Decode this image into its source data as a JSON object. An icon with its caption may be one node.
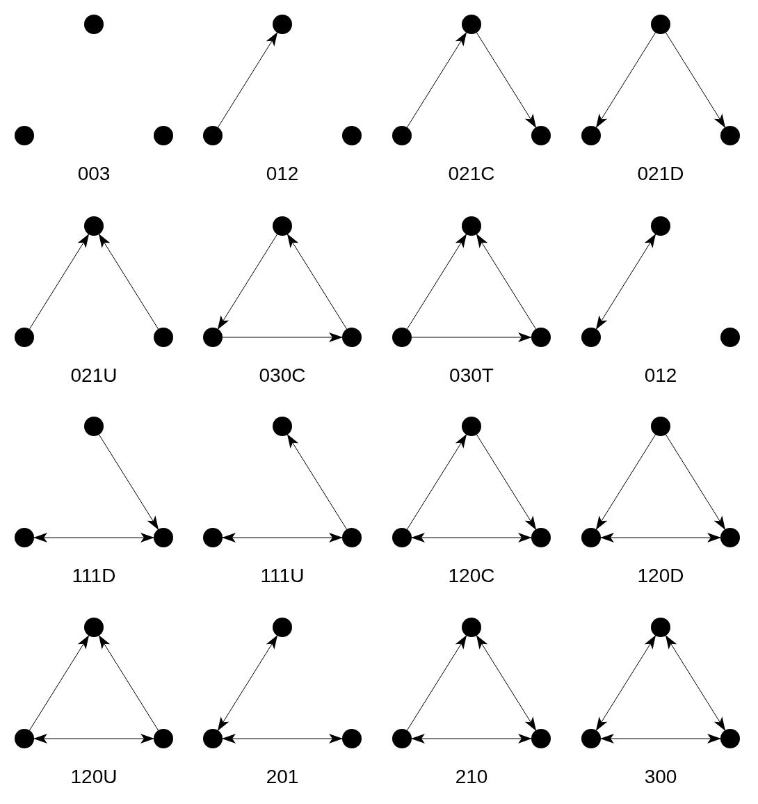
{
  "diagram": {
    "nodes": [
      {
        "text": [],
        "shape": "circle"
      },
      {
        "text": [],
        "shape": "circle"
      },
      {
        "text": [],
        "shape": "circle"
      },
      {
        "text": [],
        "shape": "circle"
      },
      {
        "text": [],
        "shape": "circle"
      },
      {
        "text": [],
        "shape": "circle"
      },
      {
        "text": [],
        "shape": "circle"
      },
      {
        "text": [],
        "shape": "circle"
      },
      {
        "text": [],
        "shape": "circle"
      },
      {
        "text": [],
        "shape": "circle"
      },
      {
        "text": [],
        "shape": "circle"
      },
      {
        "text": [],
        "shape": "circle"
      },
      {
        "text": [],
        "shape": "circle"
      },
      {
        "text": [],
        "shape": "circle"
      },
      {
        "text": [],
        "shape": "circle"
      },
      {
        "text": [],
        "shape": "circle"
      },
      {
        "text": [],
        "shape": "circle"
      },
      {
        "text": [],
        "shape": "circle"
      },
      {
        "text": [],
        "shape": "circle"
      },
      {
        "text": [],
        "shape": "circle"
      },
      {
        "text": [],
        "shape": "circle"
      },
      {
        "text": [],
        "shape": "circle"
      },
      {
        "text": [],
        "shape": "circle"
      },
      {
        "text": [],
        "shape": "circle"
      },
      {
        "text": [],
        "shape": "circle"
      },
      {
        "text": [],
        "shape": "circle"
      },
      {
        "text": [],
        "shape": "circle"
      },
      {
        "text": [],
        "shape": "circle"
      },
      {
        "text": [],
        "shape": "circle"
      },
      {
        "text": [],
        "shape": "circle"
      },
      {
        "text": [],
        "shape": "circle"
      },
      {
        "text": [],
        "shape": "circle"
      },
      {
        "text": [],
        "shape": "circle"
      },
      {
        "text": [],
        "shape": "circle"
      },
      {
        "text": [],
        "shape": "circle"
      },
      {
        "text": [],
        "shape": "circle"
      },
      {
        "text": [],
        "shape": "circle"
      },
      {
        "text": [],
        "shape": "circle"
      },
      {
        "text": [],
        "shape": "circle"
      },
      {
        "text": [],
        "shape": "circle"
      },
      {
        "text": [],
        "shape": "circle"
      },
      {
        "text": [],
        "shape": "circle"
      },
      {
        "text": [],
        "shape": "circle"
      },
      {
        "text": [],
        "shape": "circle"
      },
      {
        "text": [],
        "shape": "circle"
      },
      {
        "text": [],
        "shape": "circle"
      },
      {
        "text": [],
        "shape": "circle"
      },
      {
        "text": [],
        "shape": "circle"
      }
    ],
    "edges": [
      {
        "from": 4,
        "to": 3,
        "arrow": "to"
      },
      {
        "from": 7,
        "to": 6,
        "arrow": "to"
      },
      {
        "from": 6,
        "to": 8,
        "arrow": "to"
      },
      {
        "from": 9,
        "to": 10,
        "arrow": "to"
      },
      {
        "from": 9,
        "to": 11,
        "arrow": "to"
      },
      {
        "from": 13,
        "to": 12,
        "arrow": "to"
      },
      {
        "from": 14,
        "to": 12,
        "arrow": "to"
      },
      {
        "from": 15,
        "to": 16,
        "arrow": "to"
      },
      {
        "from": 16,
        "to": 17,
        "arrow": "to"
      },
      {
        "from": 17,
        "to": 15,
        "arrow": "to"
      },
      {
        "from": 19,
        "to": 18,
        "arrow": "to"
      },
      {
        "from": 19,
        "to": 20,
        "arrow": "to"
      },
      {
        "from": 20,
        "to": 18,
        "arrow": "to"
      },
      {
        "from": 22,
        "to": 21,
        "arrow": "both"
      },
      {
        "from": 24,
        "to": 26,
        "arrow": "to"
      },
      {
        "from": 25,
        "to": 26,
        "arrow": "both"
      },
      {
        "from": 29,
        "to": 27,
        "arrow": "to"
      },
      {
        "from": 28,
        "to": 29,
        "arrow": "both"
      },
      {
        "from": 31,
        "to": 30,
        "arrow": "to"
      },
      {
        "from": 30,
        "to": 32,
        "arrow": "to"
      },
      {
        "from": 31,
        "to": 32,
        "arrow": "both"
      },
      {
        "from": 33,
        "to": 34,
        "arrow": "to"
      },
      {
        "from": 33,
        "to": 35,
        "arrow": "to"
      },
      {
        "from": 34,
        "to": 35,
        "arrow": "both"
      },
      {
        "from": 37,
        "to": 36,
        "arrow": "to"
      },
      {
        "from": 38,
        "to": 36,
        "arrow": "to"
      },
      {
        "from": 37,
        "to": 38,
        "arrow": "both"
      },
      {
        "from": 40,
        "to": 39,
        "arrow": "both"
      },
      {
        "from": 40,
        "to": 41,
        "arrow": "both"
      },
      {
        "from": 43,
        "to": 42,
        "arrow": "to"
      },
      {
        "from": 42,
        "to": 44,
        "arrow": "both"
      },
      {
        "from": 43,
        "to": 44,
        "arrow": "both"
      },
      {
        "from": 46,
        "to": 45,
        "arrow": "both"
      },
      {
        "from": 45,
        "to": 47,
        "arrow": "both"
      },
      {
        "from": 46,
        "to": 47,
        "arrow": "both"
      }
    ],
    "labels": [
      "003",
      "012",
      "021C",
      "021D",
      "021U",
      "030C",
      "030T",
      "012",
      "111D",
      "111U",
      "120C",
      "120D",
      "120U",
      "201",
      "210",
      "300"
    ]
  }
}
